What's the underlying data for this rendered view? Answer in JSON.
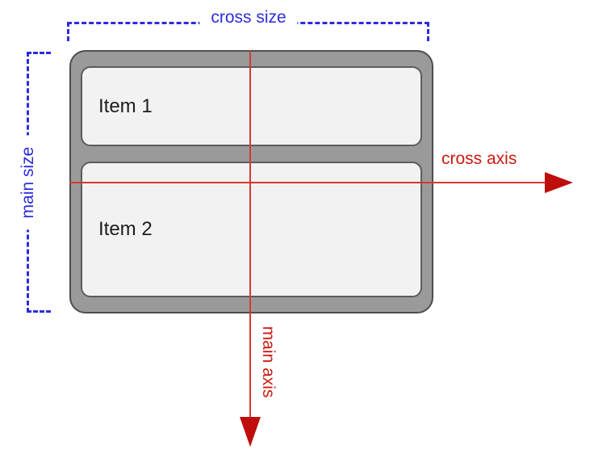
{
  "diagram": {
    "size_labels": {
      "cross_size": "cross size",
      "main_size": "main size"
    },
    "axis_labels": {
      "cross_axis": "cross axis",
      "main_axis": "main axis"
    },
    "container": {
      "items": [
        {
          "label": "Item 1"
        },
        {
          "label": "Item 2"
        }
      ]
    },
    "colors": {
      "size_blue": "#2c2cdd",
      "axis_red": "#d43a31",
      "arrow_red": "#bf0d0b",
      "axis_text_red": "#cc1a12",
      "container_fill": "#9a9a9b",
      "container_border": "#4e4e50",
      "item_fill": "#f2f2f3",
      "item_border": "#595d5f",
      "item_text": "#1d1d1d"
    }
  }
}
